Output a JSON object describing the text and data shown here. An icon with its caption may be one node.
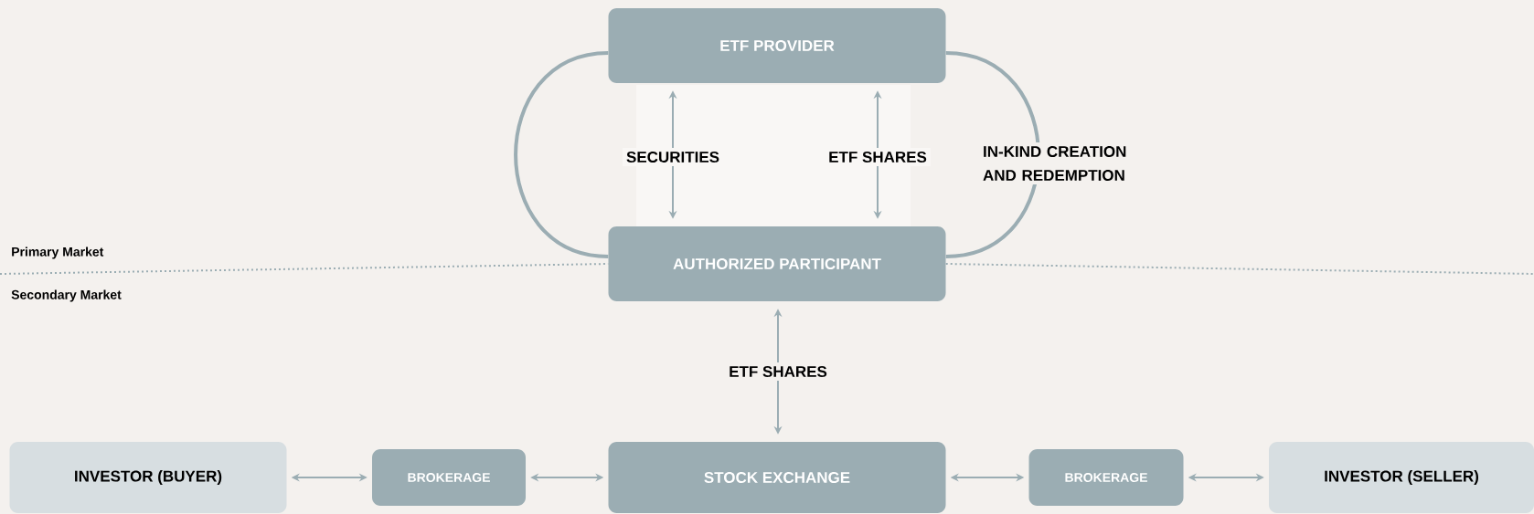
{
  "diagram": {
    "nodes": [
      {
        "text": [
          "ETF PROVIDER"
        ]
      },
      {
        "text": [
          "AUTHORIZED PARTICIPANT"
        ]
      },
      {
        "text": [
          "INVESTOR (BUYER)"
        ]
      },
      {
        "text": [
          "BROKERAGE"
        ]
      },
      {
        "text": [
          "STOCK EXCHANGE"
        ]
      },
      {
        "text": [
          "BROKERAGE"
        ]
      },
      {
        "text": [
          "INVESTOR (SELLER)"
        ]
      }
    ],
    "edges": [
      {
        "from": 0,
        "to": 1,
        "arrow": "both",
        "label": "SECURITIES"
      },
      {
        "from": 0,
        "to": 1,
        "arrow": "both",
        "label": "ETF SHARES"
      },
      {
        "from": 0,
        "to": 1,
        "arrow": "none"
      },
      {
        "from": 0,
        "to": 1,
        "arrow": "none",
        "label": "IN-KIND CREATION AND REDEMPTION"
      },
      {
        "from": 1,
        "to": 4,
        "arrow": "both",
        "label": "ETF SHARES"
      },
      {
        "from": 2,
        "to": 3,
        "arrow": "both"
      },
      {
        "from": 3,
        "to": 4,
        "arrow": "both"
      },
      {
        "from": 4,
        "to": 5,
        "arrow": "both"
      },
      {
        "from": 5,
        "to": 6,
        "arrow": "both"
      }
    ],
    "labels": [
      "Primary Market",
      "Secondary Market"
    ]
  }
}
